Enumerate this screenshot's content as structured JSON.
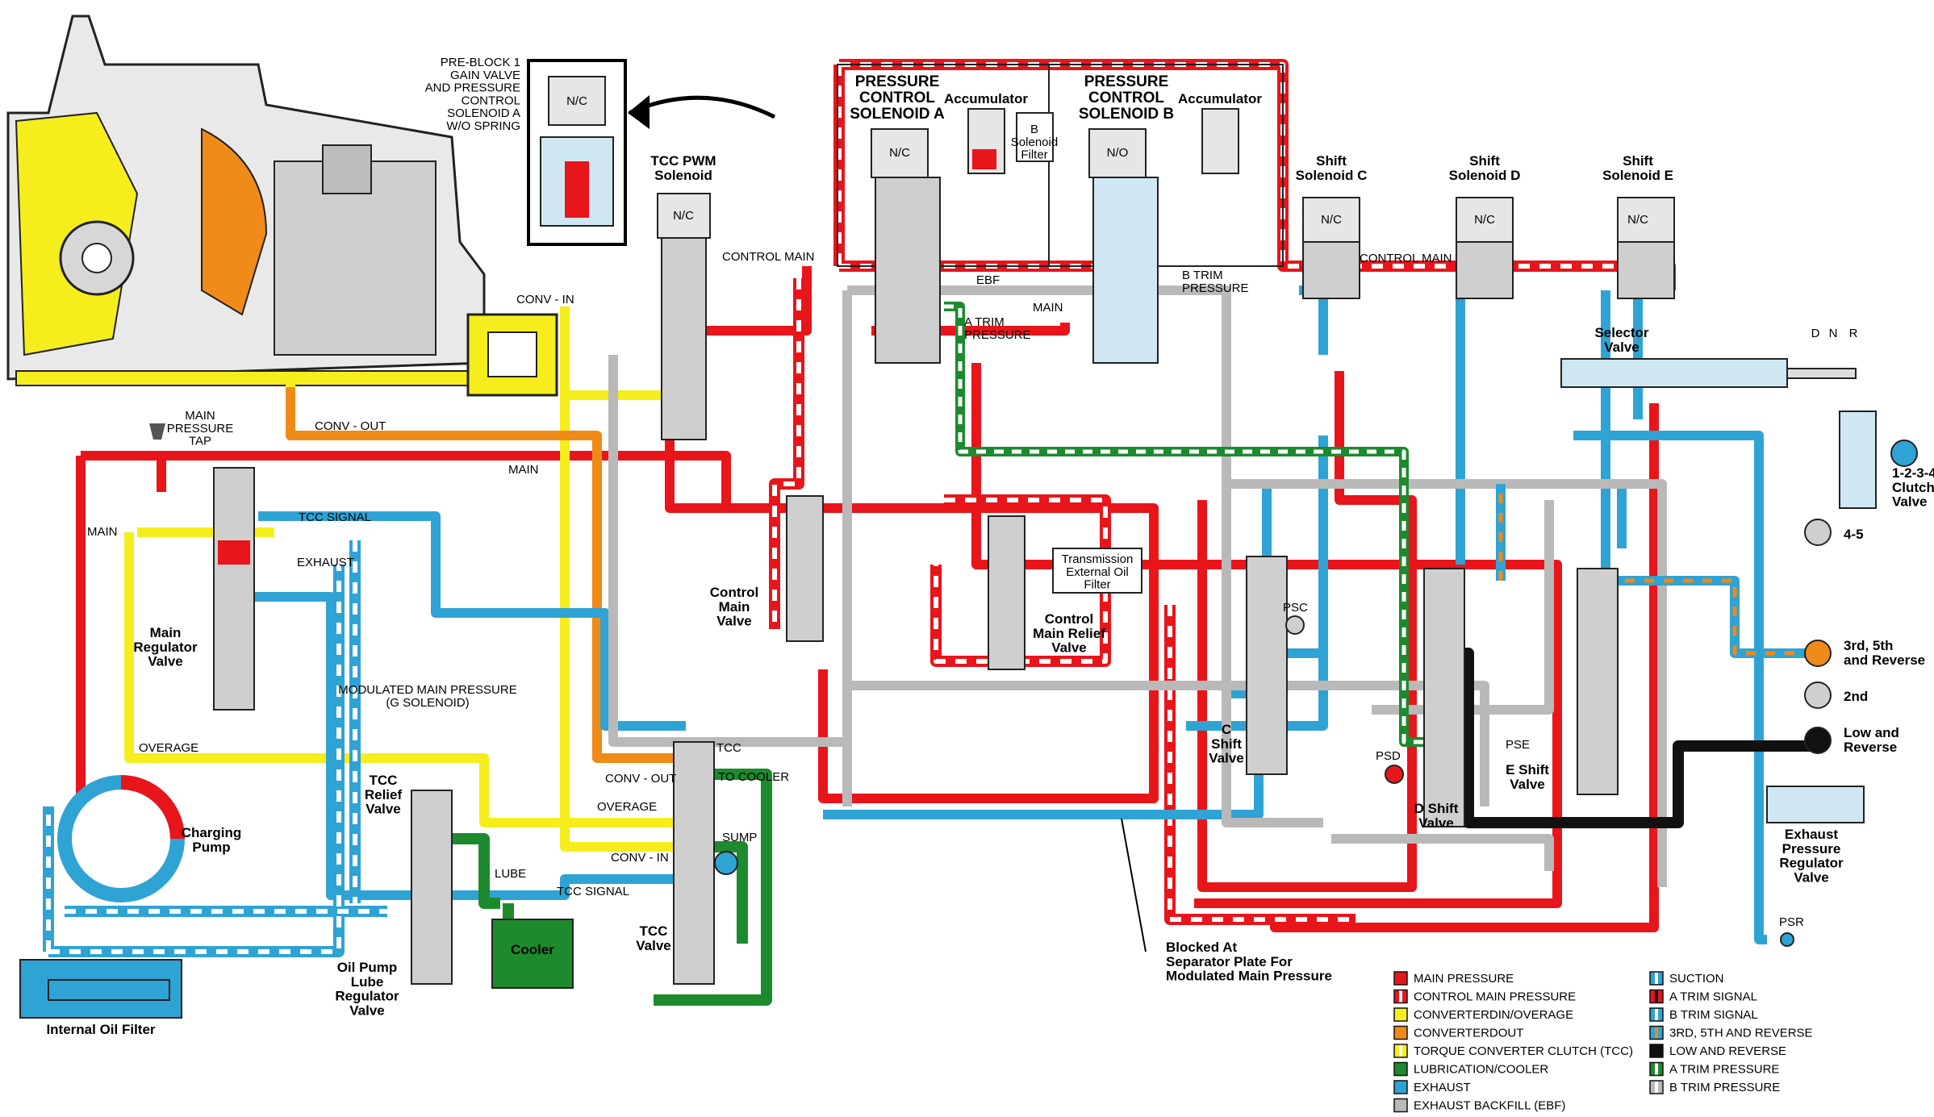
{
  "colors": {
    "main": "#e8151b",
    "yellow": "#f5ee1c",
    "orange": "#f08a18",
    "blue": "#2fa3d4",
    "green": "#1d8a2e",
    "gray": "#b9b9b9",
    "black": "#111111",
    "white": "#ffffff"
  },
  "components": {
    "preblock": "PRE-BLOCK 1\nGAIN VALVE\nAND PRESSURE\nCONTROL\nSOLENOID A\nW/O SPRING",
    "pcs_a": "PRESSURE\nCONTROL\nSOLENOID A",
    "pcs_b": "PRESSURE\nCONTROL\nSOLENOID B",
    "accumulator_a": "Accumulator",
    "accumulator_b": "Accumulator",
    "b_solenoid_filter": "B\nSolenoid\nFilter",
    "tcc_pwm": "TCC PWM\nSolenoid",
    "shift_c": "Shift\nSolenoid C",
    "shift_d": "Shift\nSolenoid D",
    "shift_e": "Shift\nSolenoid E",
    "selector_valve": "Selector\nValve",
    "dnr": [
      "D",
      "N",
      "R"
    ],
    "clutch_1234": "1-2-3-4\nClutch\nValve",
    "control_main_valve": "Control\nMain\nValve",
    "control_main_relief": "Control\nMain Relief\nValve",
    "trans_filter": "Transmission\nExternal Oil\nFilter",
    "main_regulator": "Main\nRegulator\nValve",
    "charging_pump": "Charging\nPump",
    "tcc_relief": "TCC\nRelief\nValve",
    "oil_pump_lube": "Oil Pump\nLube\nRegulator\nValve",
    "cooler": "Cooler",
    "tcc_valve": "TCC\nValve",
    "internal_filter": "Internal Oil Filter",
    "c_shift": "C\nShift\nValve",
    "d_shift": "D Shift\nValve",
    "e_shift": "E Shift\nValve",
    "exhaust_reg": "Exhaust\nPressure\nRegulator\nValve",
    "blocked": "Blocked At\nSeparator Plate For\nModulated Main Pressure",
    "main_pressure_tap": "MAIN\nPRESSURE\nTAP"
  },
  "solenoid_tags": {
    "nc": "N/C",
    "no": "N/O"
  },
  "line_labels": {
    "control_main_1": "CONTROL MAIN",
    "control_main_2": "CONTROL MAIN",
    "ebf": "EBF",
    "main_top": "MAIN",
    "a_trim": "A TRIM\nPRESSURE",
    "b_trim": "B TRIM\nPRESSURE",
    "conv_in_top": "CONV - IN",
    "conv_out_top": "CONV - OUT",
    "main_left": "MAIN",
    "main_mid": "MAIN",
    "tcc_signal_1": "TCC SIGNAL",
    "exhaust": "EXHAUST",
    "modulated": "MODULATED MAIN PRESSURE\n(G SOLENOID)",
    "overage_1": "OVERAGE",
    "tcc_tag": "TCC",
    "conv_out_2": "CONV - OUT",
    "to_cooler": "TO COOLER",
    "overage_2": "OVERAGE",
    "sump": "SUMP",
    "conv_in_2": "CONV - IN",
    "lube": "LUBE",
    "tcc_signal_2": "TCC SIGNAL",
    "psc": "PSC",
    "psd": "PSD",
    "pse": "PSE",
    "psr": "PSR"
  },
  "outputs": {
    "o45": "4-5",
    "o3rd": "3rd, 5th\nand Reverse",
    "o2nd": "2nd",
    "olow": "Low and\nReverse"
  },
  "legend": [
    {
      "label": "MAIN PRESSURE",
      "fill": "#e8151b",
      "stripe": ""
    },
    {
      "label": "CONTROL MAIN PRESSURE",
      "fill": "#e8151b",
      "stripe": "#ffffff"
    },
    {
      "label": "CONVERTERDIN/OVERAGE",
      "fill": "#f5ee1c",
      "stripe": ""
    },
    {
      "label": "CONVERTERDOUT",
      "fill": "#f08a18",
      "stripe": ""
    },
    {
      "label": "TORQUE CONVERTER CLUTCH (TCC)",
      "fill": "#f5ee1c",
      "stripe": "#ffffff"
    },
    {
      "label": "LUBRICATION/COOLER",
      "fill": "#1d8a2e",
      "stripe": ""
    },
    {
      "label": "EXHAUST",
      "fill": "#2fa3d4",
      "stripe": ""
    },
    {
      "label": "EXHAUST BACKFILL (EBF)",
      "fill": "#b9b9b9",
      "stripe": ""
    },
    {
      "label": "SUCTION",
      "fill": "#2fa3d4",
      "stripe": "#ffffff"
    },
    {
      "label": "A TRIM SIGNAL",
      "fill": "#e8151b",
      "stripe": "#111111"
    },
    {
      "label": "B TRIM SIGNAL",
      "fill": "#2fa3d4",
      "stripe": "#ffffff"
    },
    {
      "label": "3RD, 5TH AND REVERSE",
      "fill": "#2fa3d4",
      "stripe": "#f08a18"
    },
    {
      "label": "LOW AND REVERSE",
      "fill": "#111111",
      "stripe": ""
    },
    {
      "label": "A TRIM PRESSURE",
      "fill": "#1d8a2e",
      "stripe": "#ffffff"
    },
    {
      "label": "B TRIM PRESSURE",
      "fill": "#b9b9b9",
      "stripe": "#ffffff"
    }
  ]
}
